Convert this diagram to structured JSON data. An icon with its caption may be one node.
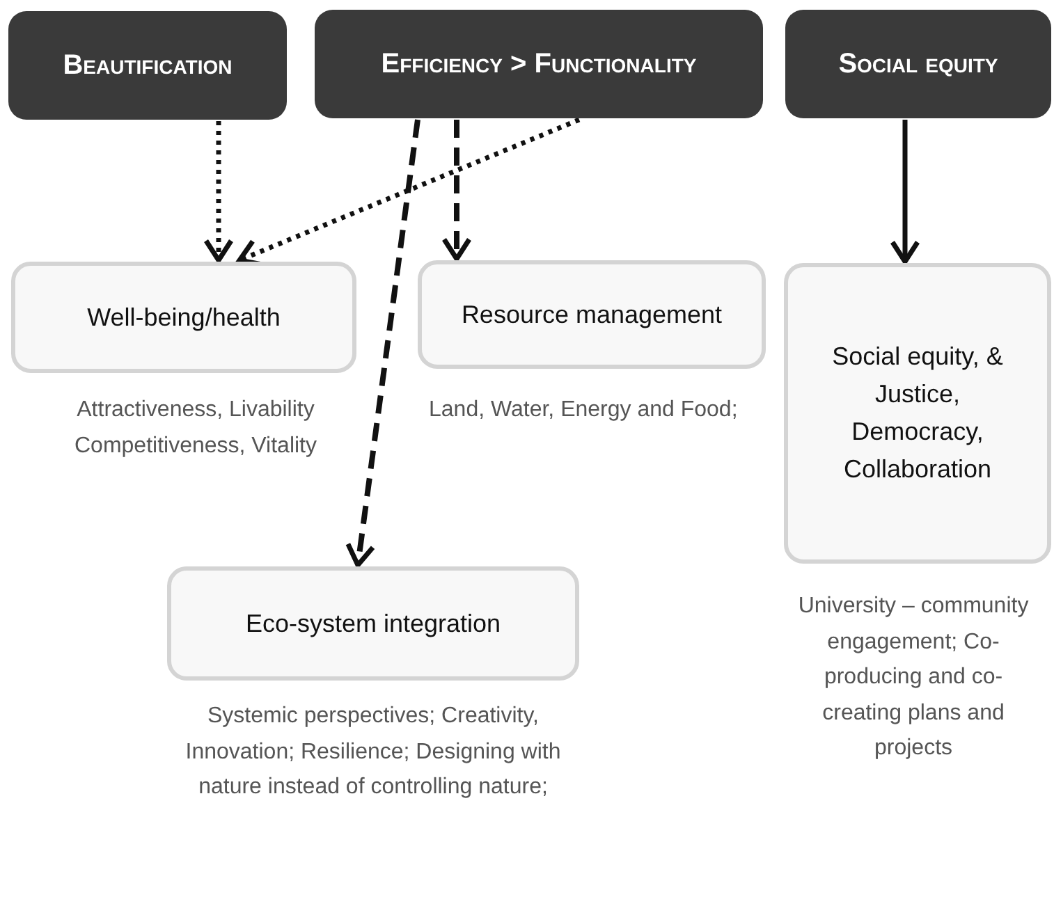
{
  "diagram": {
    "nodes": [
      {
        "text": [
          "Beautification"
        ]
      },
      {
        "text": [
          "Efficiency > Functionality"
        ]
      },
      {
        "text": [
          "Social equity"
        ]
      },
      {
        "text": [
          "Well-being/health"
        ],
        "beside": [
          "Attractiveness, Livability Competitiveness, Vitality"
        ]
      },
      {
        "text": [
          "Resource management"
        ],
        "beside": [
          "Land, Water, Energy and Food;"
        ]
      },
      {
        "text": [
          "Social equity, & Justice, Democracy, Collaboration"
        ],
        "beside": [
          "University – community engagement; Co-producing and co-creating plans and projects"
        ]
      },
      {
        "text": [
          "Eco-system integration"
        ],
        "beside": [
          "Systemic perspectives; Creativity, Innovation; Resilience; Designing with nature instead of controlling nature;"
        ]
      }
    ],
    "edges": [
      {
        "from": 0,
        "to": 3,
        "arrow": "to",
        "style": "dashed"
      },
      {
        "from": 1,
        "to": 3,
        "arrow": "to",
        "style": "dashed"
      },
      {
        "from": 1,
        "to": 4,
        "arrow": "to",
        "style": "dashed"
      },
      {
        "from": 1,
        "to": 6,
        "arrow": "to",
        "style": "dashed"
      },
      {
        "from": 2,
        "to": 5,
        "arrow": "to"
      }
    ]
  }
}
